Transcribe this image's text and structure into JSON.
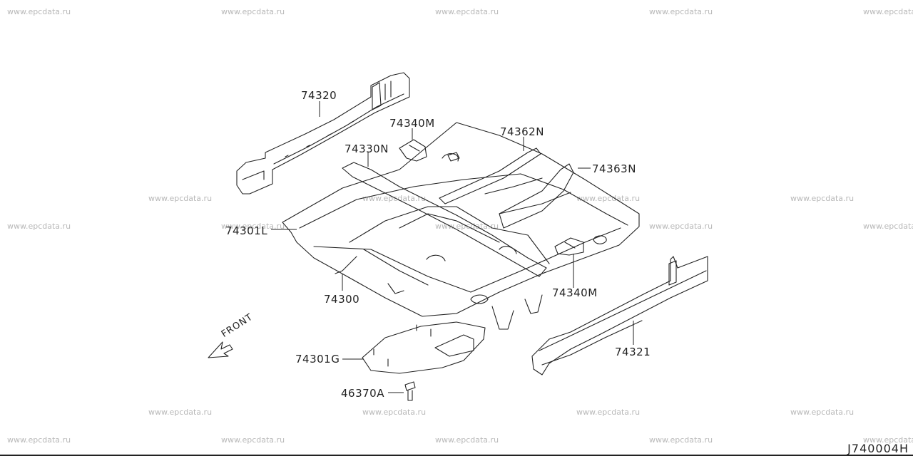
{
  "watermark_text": "www.epcdata.ru",
  "diagram_code": "J740004H",
  "front_label": "FRONT",
  "parts": {
    "p74320": "74320",
    "p74340M_top": "74340M",
    "p74362N": "74362N",
    "p74330N": "74330N",
    "p74363N": "74363N",
    "p74301L": "74301L",
    "p74300": "74300",
    "p74340M_bottom": "74340M",
    "p74321": "74321",
    "p74301G": "74301G",
    "p46370A": "46370A"
  }
}
